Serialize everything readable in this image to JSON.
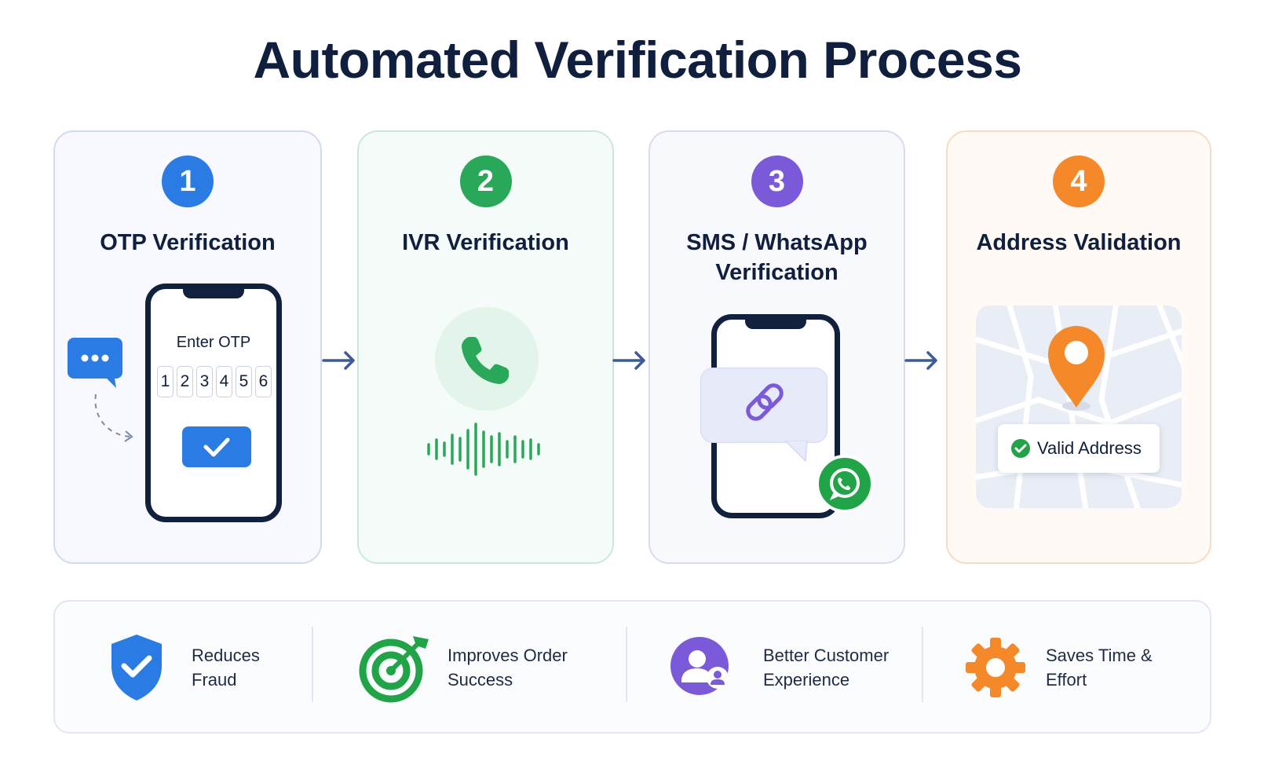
{
  "title": "Automated Verification Process",
  "colors": {
    "blue": "#2a7be4",
    "green": "#2aa85a",
    "purple": "#7a5ad8",
    "orange": "#f5892a",
    "navy": "#0f1f3d"
  },
  "steps": [
    {
      "number": "1",
      "title": "OTP Verification",
      "icon": "phone-otp-icon"
    },
    {
      "number": "2",
      "title": "IVR Verification",
      "icon": "phone-call-icon"
    },
    {
      "number": "3",
      "title": "SMS / WhatsApp Verification",
      "icon": "whatsapp-icon"
    },
    {
      "number": "4",
      "title": "Address Validation",
      "icon": "map-pin-icon"
    }
  ],
  "otp": {
    "label": "Enter OTP",
    "digits": [
      "1",
      "2",
      "3",
      "4",
      "5",
      "6"
    ]
  },
  "address": {
    "badge": "Valid Address"
  },
  "benefits": [
    {
      "line1": "Reduces",
      "line2": "Fraud",
      "icon": "shield-check-icon"
    },
    {
      "line1": "Improves Order",
      "line2": "Success",
      "icon": "target-icon"
    },
    {
      "line1": "Better Customer",
      "line2": "Experience",
      "icon": "customer-icon"
    },
    {
      "line1": "Saves Time &",
      "line2": "Effort",
      "icon": "gear-icon"
    }
  ]
}
